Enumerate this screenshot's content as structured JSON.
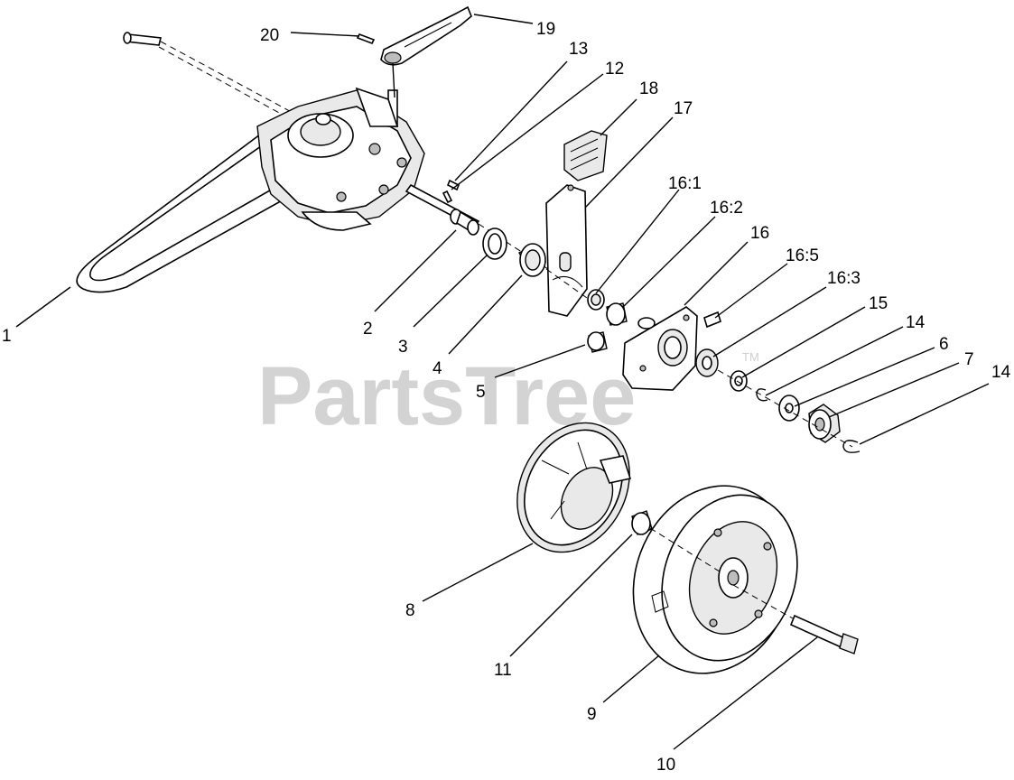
{
  "watermark": {
    "text": "PartsTree",
    "tm": "TM"
  },
  "callouts": {
    "c1": "1",
    "c2": "2",
    "c3": "3",
    "c4": "4",
    "c5": "5",
    "c6": "6",
    "c7": "7",
    "c8": "8",
    "c9": "9",
    "c10": "10",
    "c11": "11",
    "c12": "12",
    "c13": "13",
    "c14a": "14",
    "c14b": "14",
    "c15": "15",
    "c16": "16",
    "c16_1": "16:1",
    "c16_2": "16:2",
    "c16_3": "16:3",
    "c16_5": "16:5",
    "c17": "17",
    "c18": "18",
    "c19": "19",
    "c20": "20"
  }
}
